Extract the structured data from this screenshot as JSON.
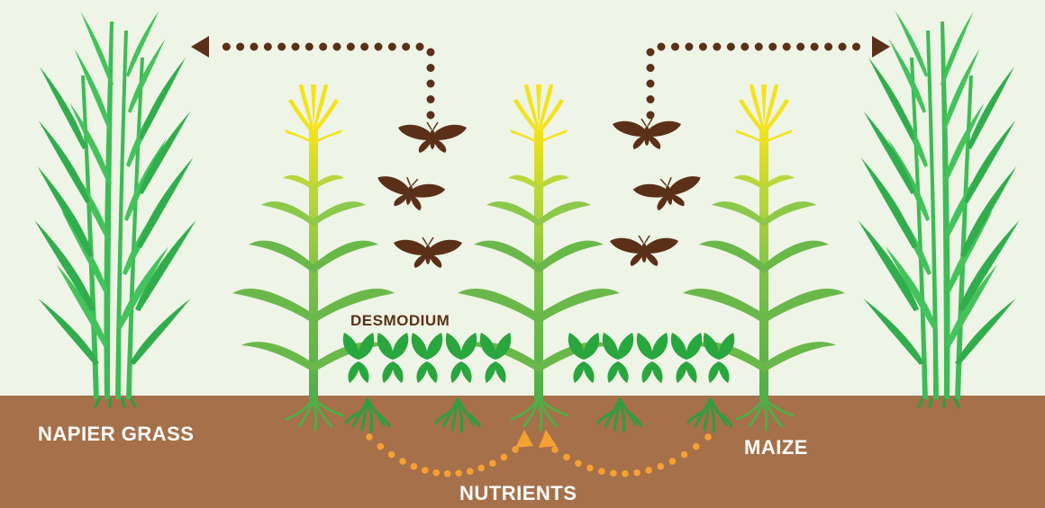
{
  "labels": {
    "napier_grass": "NAPIER GRASS",
    "desmodium": "DESMODIUM",
    "maize": "MAIZE",
    "nutrients": "NUTRIENTS"
  },
  "colors": {
    "sky": "#eef4e6",
    "soil": "#a5704a",
    "napier_green": "#3dbb55",
    "maize_leaf": "#6ab84a",
    "maize_tassel": "#f4e21a",
    "desmodium_green": "#29a63d",
    "moth_brown": "#5b3018",
    "arrow_brown": "#5b3018",
    "nutrient_orange": "#f5a033",
    "label_white": "#ffffff",
    "label_brown": "#5b3018"
  }
}
